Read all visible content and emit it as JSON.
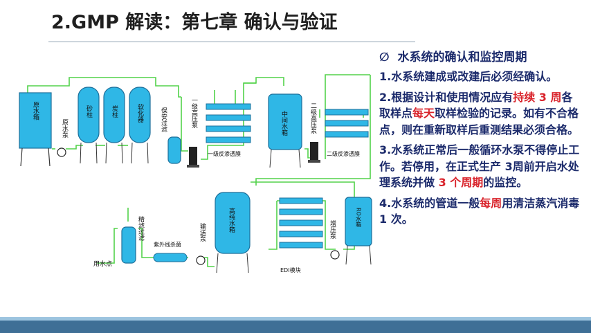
{
  "title": "2.GMP 解读：第七章  确认与验证",
  "panel": {
    "heading_bullet": "∅",
    "heading_text": "水系统的确认和监控周期",
    "item1": "1.水系统建成或改建后必须经确认。",
    "item2": {
      "a": "2.根据设计和使用情况应有",
      "b": "持续 3 周",
      "c": "各取样点",
      "d": "每天",
      "e": "取样检验的记录。如有不合格点，则在重新取样后重测结果必须合格。"
    },
    "item3": {
      "a": "3.水系统正常后一般循环水泵不得停止工作。若停用，在正式生产 3周前开启水处理系统并做 ",
      "b": "3 个周期",
      "c": "的监控。"
    },
    "item4": {
      "a": "4.水系统的管道一般",
      "b": "每周",
      "c": "用清洁蒸汽消毒 1 次。"
    }
  },
  "diagram_labels": {
    "raw_tank": "原水箱",
    "raw_pump": "原水泵",
    "sand": "砂柱",
    "carbon": "炭柱",
    "softener": "软化器",
    "safety_filter": "保安过滤",
    "hp_pump1": "一级高压泵",
    "ro1": "一级反渗透膜",
    "mid_tank": "中间水箱",
    "hp_pump2": "二级高压泵",
    "ro2": "二级反渗透膜",
    "fine_filter": "精滤过滤",
    "use_point": "用水点",
    "uv": "紫外线杀菌",
    "delivery_pump": "输送泵",
    "pure_tank": "高纯水箱",
    "edi": "EDI模块",
    "boost_pump": "增压泵",
    "ro_tank": "RO水箱"
  },
  "colors": {
    "equipment": "#2fb7e6",
    "equipment_edge": "#1d6f9a",
    "pipe": "#52d24a",
    "title_text": "#1f1f1f",
    "panel_text": "#1b2a6b",
    "highlight": "#d9232b",
    "footer_dark": "#3f6f96",
    "footer_light": "#9cc4df"
  }
}
